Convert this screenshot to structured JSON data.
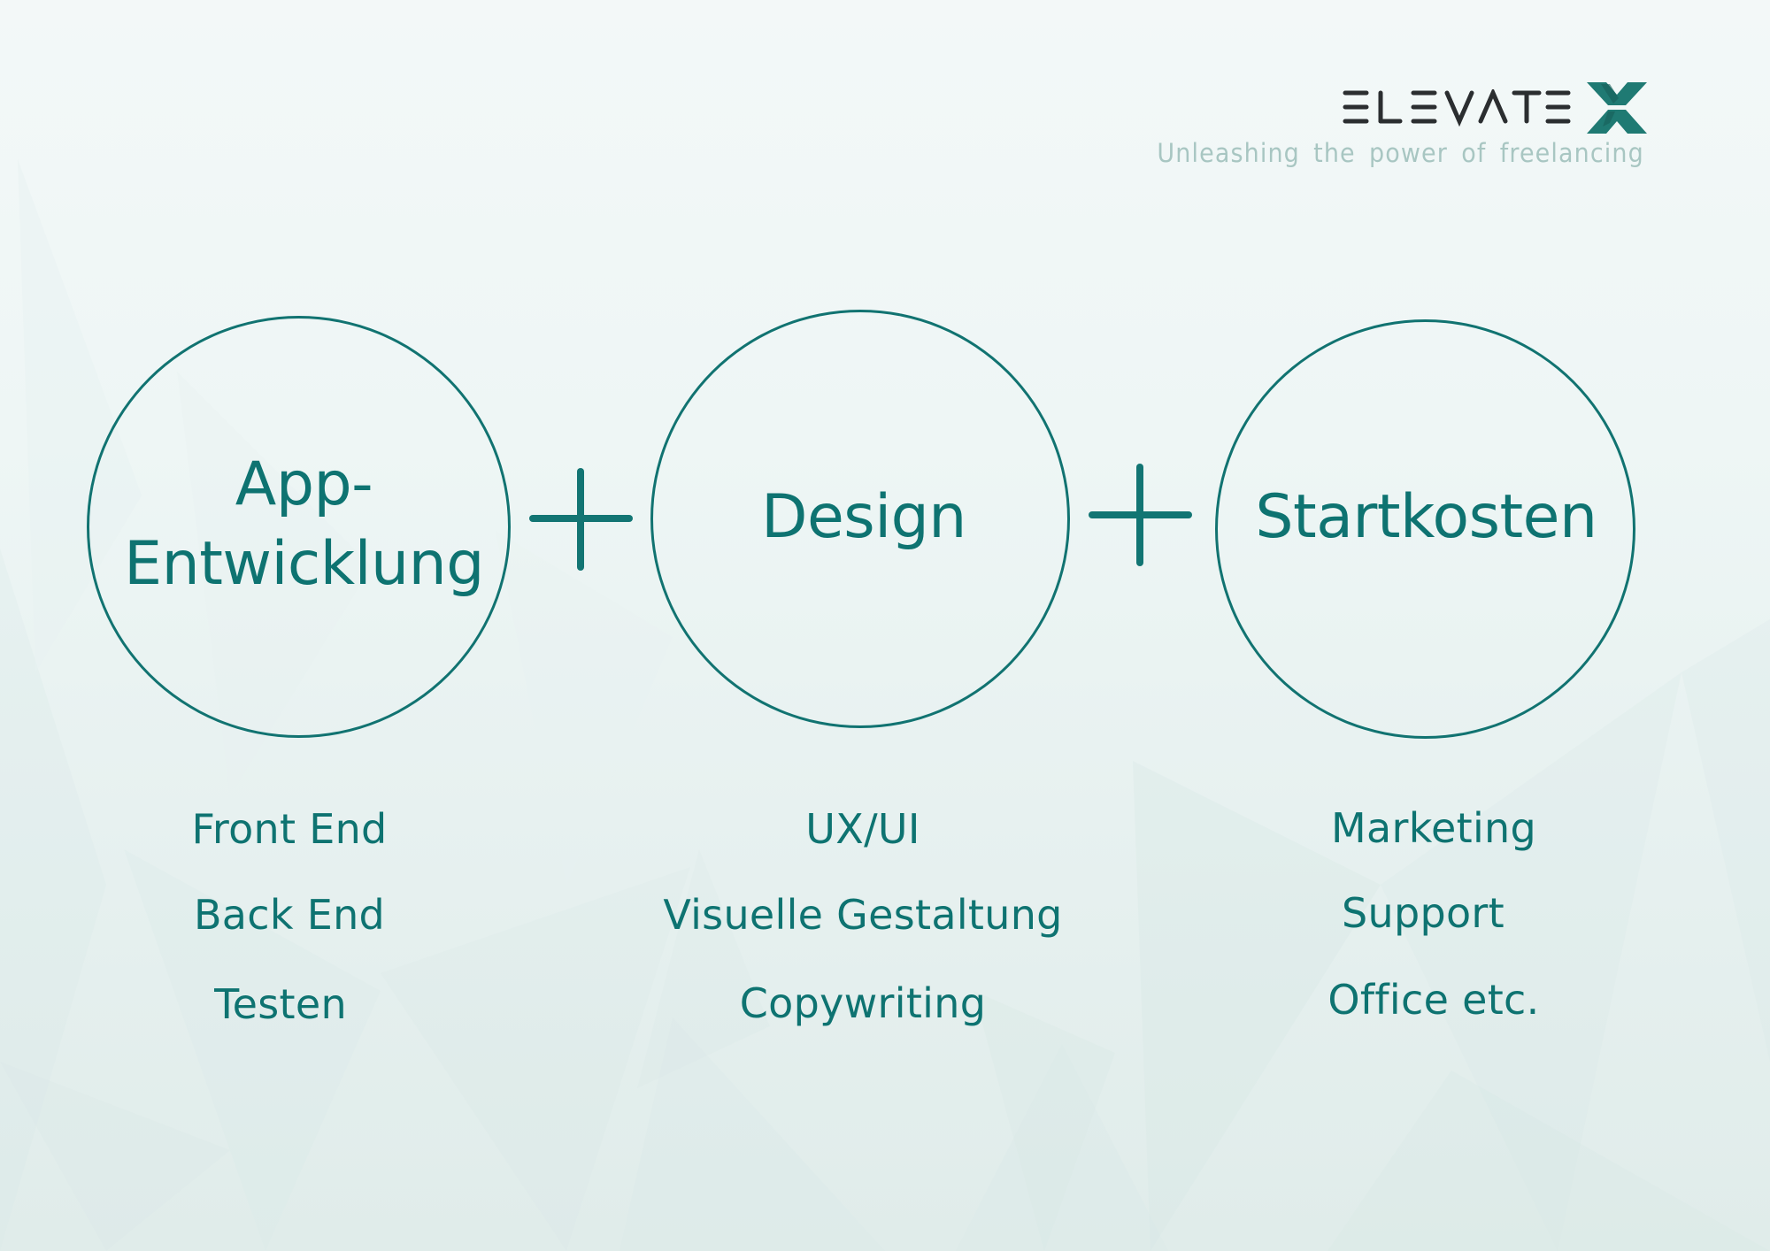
{
  "brand": {
    "name": "ELEVATE",
    "mark": "X",
    "tagline": "Unleashing the power of freelancing",
    "colors": {
      "primary_teal": "#0e7371",
      "logo_text": "#2b2e30",
      "logo_mark": "#1f7a73",
      "tagline": "#a8c6c2",
      "background_top": "#f3f8f8",
      "background_bottom": "#e0ecea"
    }
  },
  "diagram": {
    "operator": "+",
    "pillars": [
      {
        "title_lines": [
          "App-",
          "Entwicklung"
        ],
        "title": "App-Entwicklung",
        "items": [
          "Front End",
          "Back End",
          "Testen"
        ]
      },
      {
        "title_lines": [
          "Design"
        ],
        "title": "Design",
        "items": [
          "UX/UI",
          "Visuelle Gestaltung",
          "Copywriting"
        ]
      },
      {
        "title_lines": [
          "Startkosten"
        ],
        "title": "Startkosten",
        "items": [
          "Marketing",
          "Support",
          "Office etc."
        ]
      }
    ]
  }
}
